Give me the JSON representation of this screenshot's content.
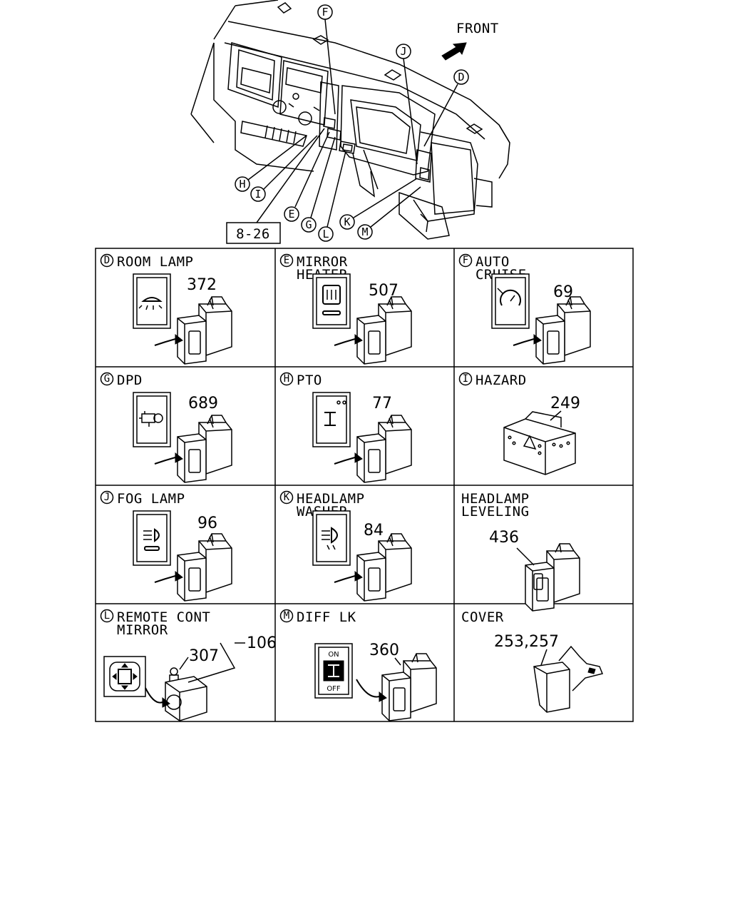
{
  "overview": {
    "front_label": "FRONT",
    "ref_box": "8-26",
    "callouts": [
      "F",
      "J",
      "D",
      "H",
      "I",
      "E",
      "G",
      "L",
      "K",
      "M"
    ]
  },
  "cells": [
    {
      "mark": "D",
      "lines": [
        "ROOM LAMP"
      ],
      "part": "372"
    },
    {
      "mark": "E",
      "lines": [
        "MIRROR",
        "HEATER"
      ],
      "part": "507"
    },
    {
      "mark": "F",
      "lines": [
        "AUTO",
        "CRUISE"
      ],
      "part": "69"
    },
    {
      "mark": "G",
      "lines": [
        "DPD"
      ],
      "part": "689"
    },
    {
      "mark": "H",
      "lines": [
        "PTO"
      ],
      "part": "77"
    },
    {
      "mark": "I",
      "lines": [
        "HAZARD"
      ],
      "part": "249"
    },
    {
      "mark": "J",
      "lines": [
        "FOG LAMP"
      ],
      "part": "96"
    },
    {
      "mark": "K",
      "lines": [
        "HEADLAMP",
        "WASHER"
      ],
      "part": "84"
    },
    {
      "mark": "",
      "lines": [
        "HEADLAMP",
        "LEVELING"
      ],
      "part": "436"
    },
    {
      "mark": "L",
      "lines": [
        "REMOTE CONT",
        "MIRROR"
      ],
      "part": "307",
      "part2": "106"
    },
    {
      "mark": "M",
      "lines": [
        "DIFF LK"
      ],
      "part": "360",
      "switch_on": "ON",
      "switch_off": "OFF"
    },
    {
      "mark": "",
      "lines": [
        "COVER"
      ],
      "part": "253,257"
    }
  ]
}
